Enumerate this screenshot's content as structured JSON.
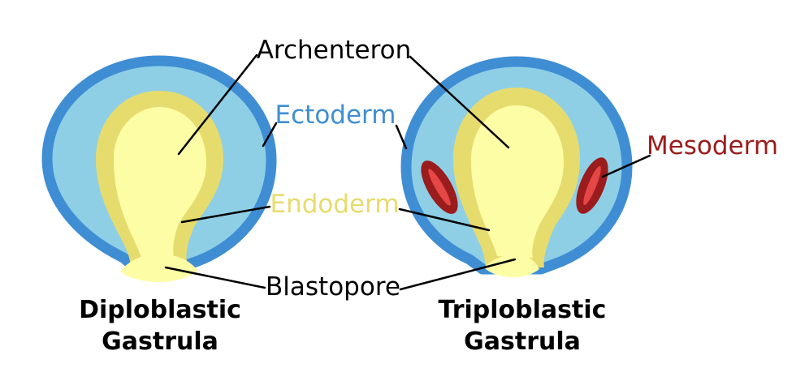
{
  "labels": {
    "archenteron": "Archenteron",
    "ectoderm": "Ectoderm",
    "endoderm": "Endoderm",
    "blastopore": "Blastopore",
    "mesoderm": "Mesoderm"
  },
  "captions": {
    "diploblastic_line1": "Diploblastic",
    "diploblastic_line2": "Gastrula",
    "triploblastic_line1": "Triploblastic",
    "triploblastic_line2": "Gastrula"
  },
  "colors": {
    "ectoderm_outer": "#3f8ed4",
    "ectoderm_fill": "#8ecfe6",
    "endoderm": "#e6dc6e",
    "archenteron": "#fdfda6",
    "mesoderm": "#9b1c1c",
    "mesoderm_core": "#e54646",
    "label_ectoderm": "#3f8ed4",
    "label_endoderm": "#e6dc6e",
    "label_mesoderm": "#9b1c1c",
    "leader": "#000000"
  }
}
